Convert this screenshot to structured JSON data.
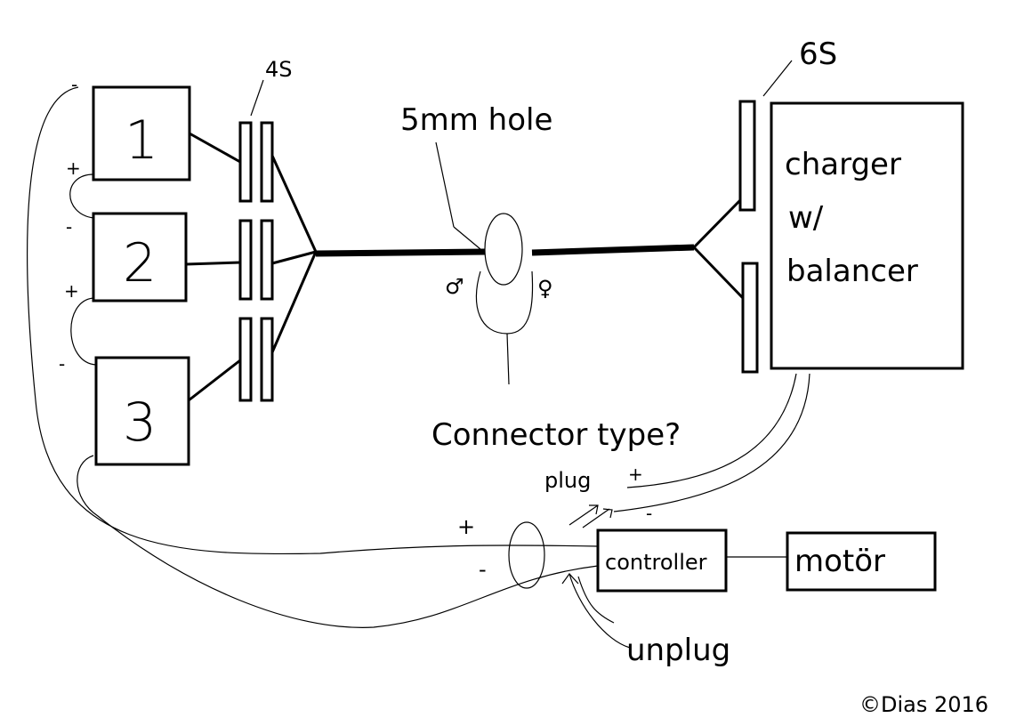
{
  "cells": [
    "1",
    "2",
    "3"
  ],
  "connector_left_label": "4S",
  "connector_right_label": "6S",
  "hole_label": "5mm hole",
  "male_symbol": "♂",
  "female_symbol": "♀",
  "connector_question": "Connector type?",
  "charger_lines": [
    "charger",
    "w/",
    "balancer"
  ],
  "series_marks": {
    "plus": "+",
    "minus": "-"
  },
  "plug_label": "plug",
  "unplug_label": "unplug",
  "controller_label": "controller",
  "motor_label": "motör",
  "copyright": "©Dias 2016"
}
